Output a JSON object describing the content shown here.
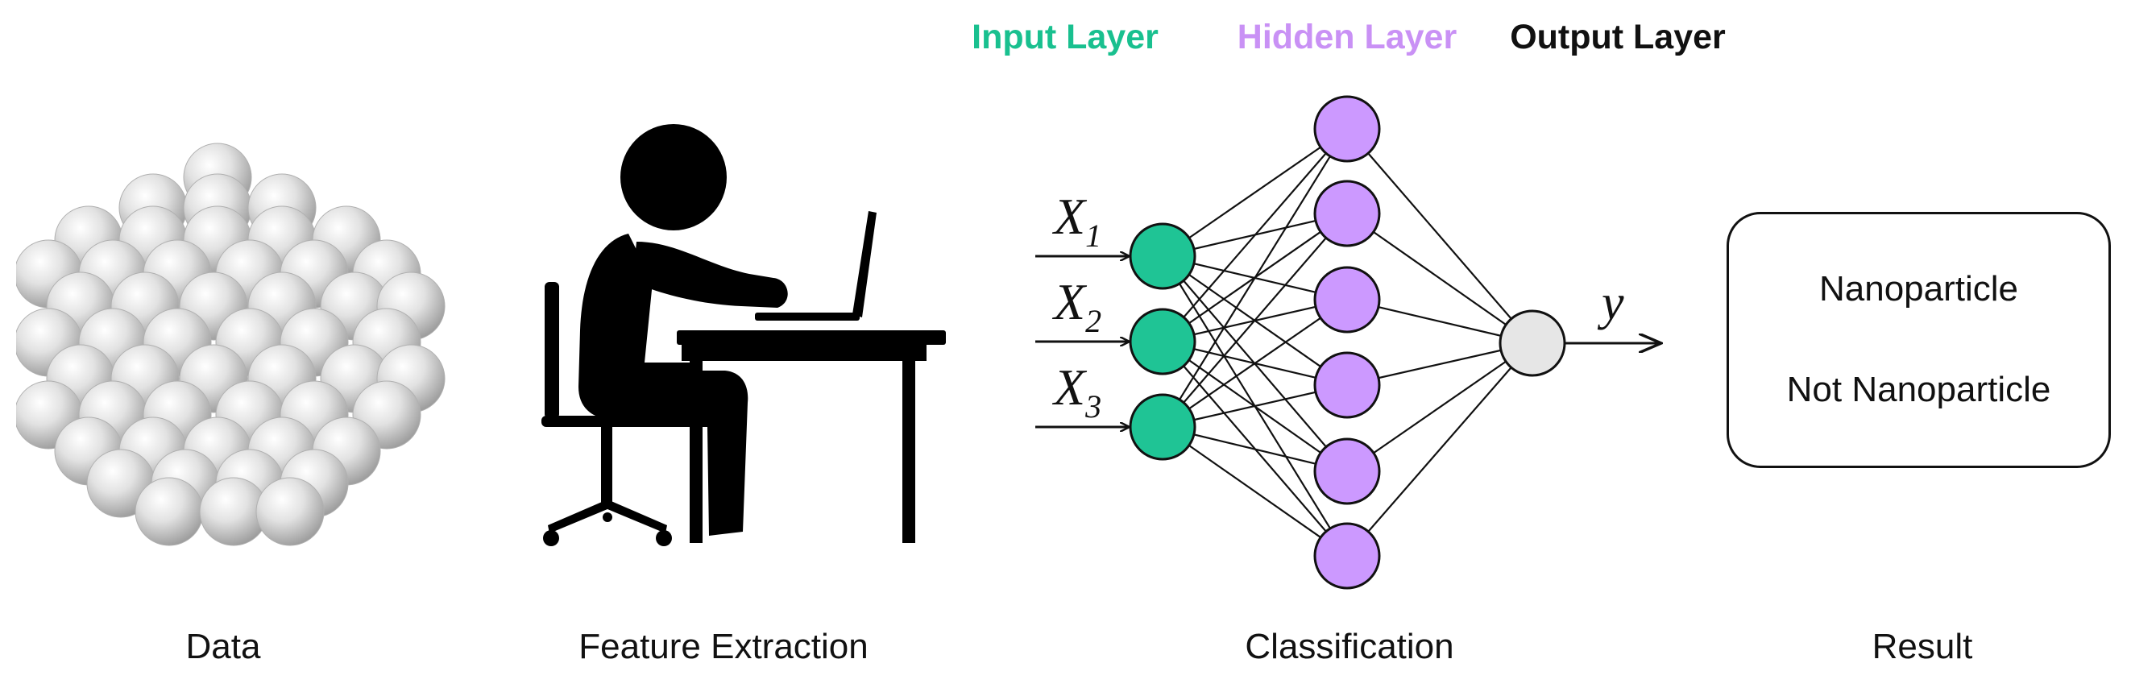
{
  "layers": {
    "input_title": "Input Layer",
    "hidden_title": "Hidden Layer",
    "output_title": "Output Layer"
  },
  "inputs": [
    {
      "base": "X",
      "sub": "1"
    },
    {
      "base": "X",
      "sub": "2"
    },
    {
      "base": "X",
      "sub": "3"
    }
  ],
  "output_label": "y",
  "result": {
    "options": [
      "Nanoparticle",
      "Not Nanoparticle"
    ]
  },
  "stages": {
    "data": "Data",
    "feature_extraction": "Feature Extraction",
    "classification": "Classification",
    "result": "Result"
  },
  "colors": {
    "input_node": "#1fc495",
    "hidden_node": "#cc99ff",
    "output_node": "#e6e6e6",
    "input_title": "#19c08f",
    "hidden_title": "#c991f5",
    "output_title": "#111111"
  },
  "icons": {
    "data": "nanoparticle-cluster-icon",
    "feature_extraction": "person-at-laptop-icon"
  }
}
